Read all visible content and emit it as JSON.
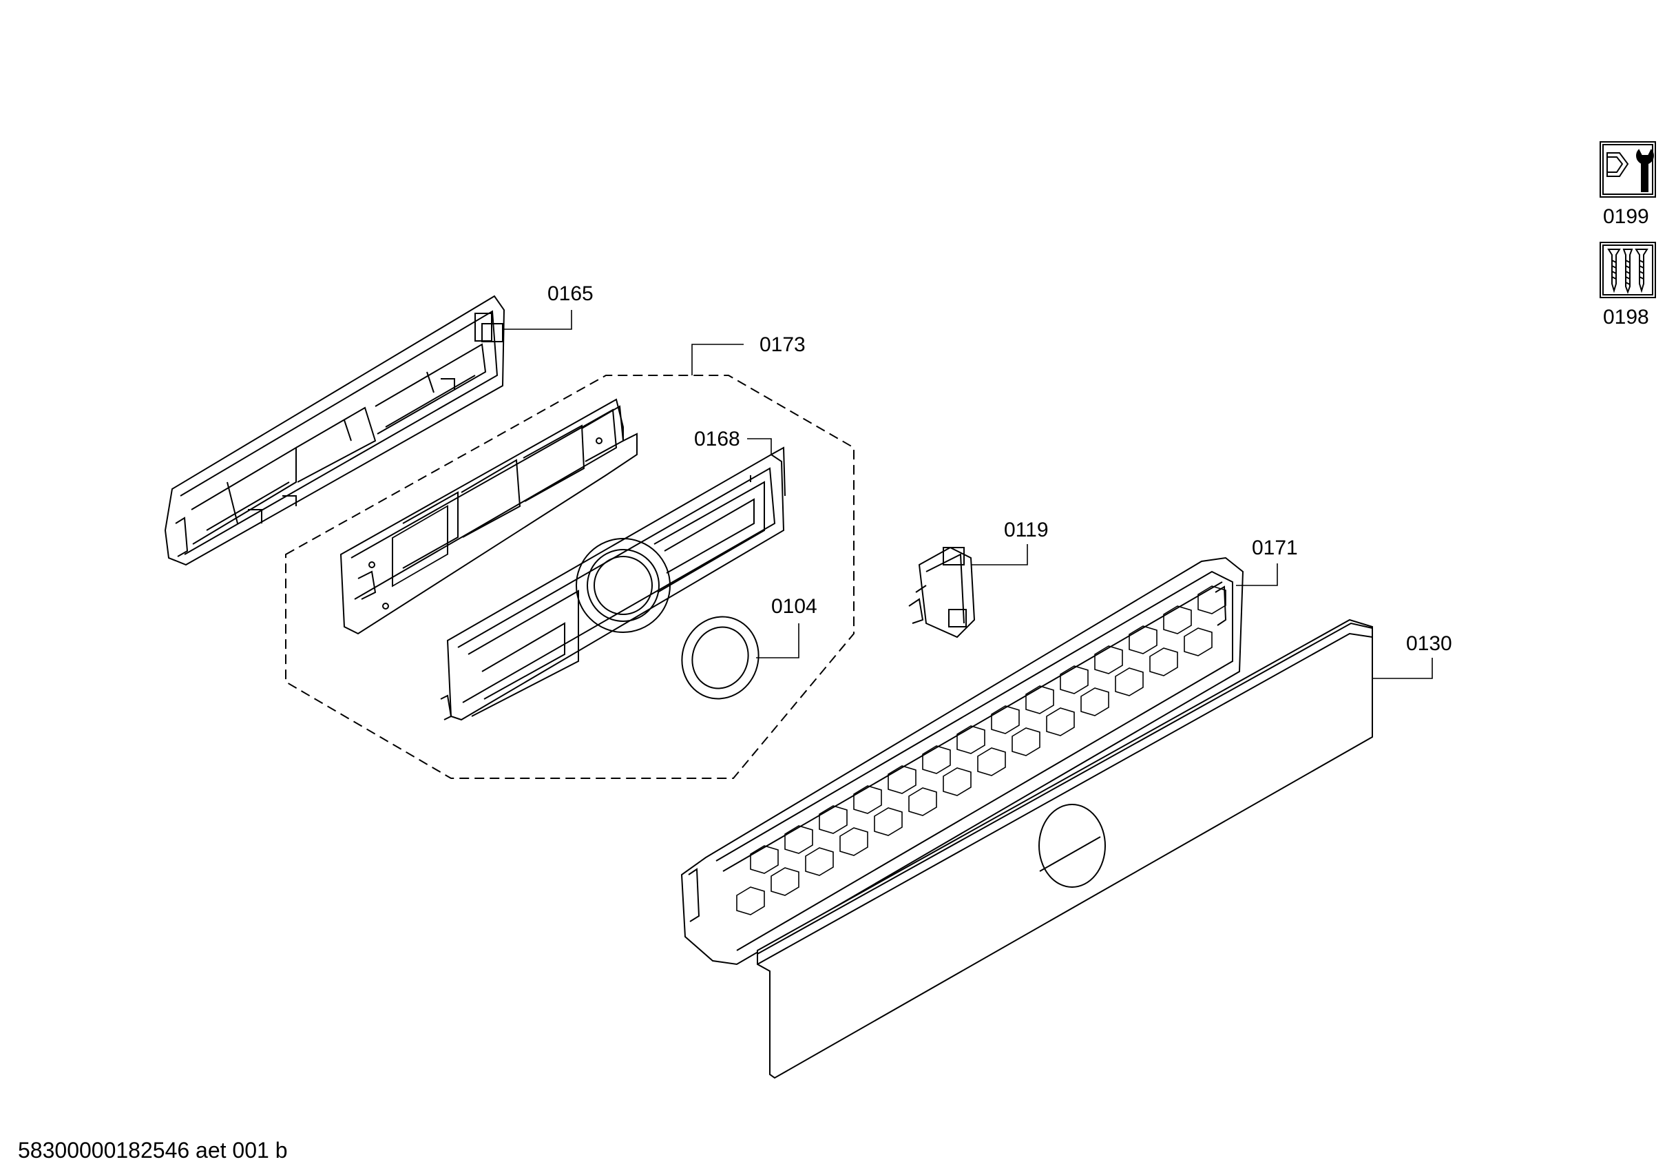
{
  "parts": {
    "p0165": "0165",
    "p0173": "0173",
    "p0168": "0168",
    "p0104": "0104",
    "p0119": "0119",
    "p0171": "0171",
    "p0130": "0130",
    "p0199": "0199",
    "p0198": "0198"
  },
  "footer": {
    "document_id": "58300000182546 aet 001 b"
  },
  "icons": {
    "service": "wrench-and-part-icon",
    "screws": "screw-set-icon"
  }
}
